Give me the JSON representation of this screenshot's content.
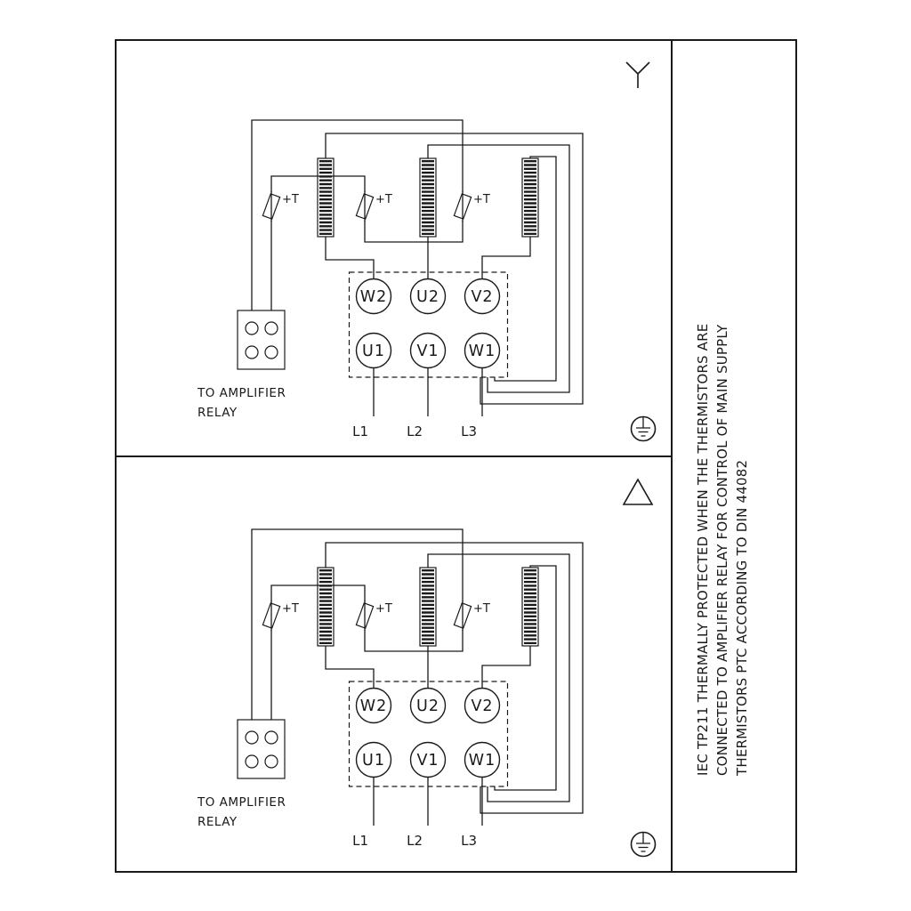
{
  "page": {
    "background": "#ffffff",
    "line_color": "#1a1a1a"
  },
  "sidebar": {
    "note_line1": "IEC TP211 THERMALLY PROTECTED WHEN THE THERMISTORS ARE",
    "note_line2": "CONNECTED TO AMPLIFIER RELAY FOR CONTROL OF MAIN SUPPLY",
    "note_line3": "THERMISTORS PTC ACCORDING TO DIN 44082"
  },
  "icons": {
    "top_panel_symbol": "star-connection",
    "bottom_panel_symbol": "delta-connection",
    "corner_symbol": "protective-earth-ground"
  },
  "diagram": {
    "connection_types": [
      "star",
      "delta"
    ],
    "terminals_top": [
      "W2",
      "U2",
      "V2"
    ],
    "terminals_bottom": [
      "U1",
      "V1",
      "W1"
    ],
    "supply_lines": [
      "L1",
      "L2",
      "L3"
    ],
    "thermistor_label": "+T",
    "relay_caption_line1": "TO AMPLIFIER",
    "relay_caption_line2": "RELAY"
  }
}
